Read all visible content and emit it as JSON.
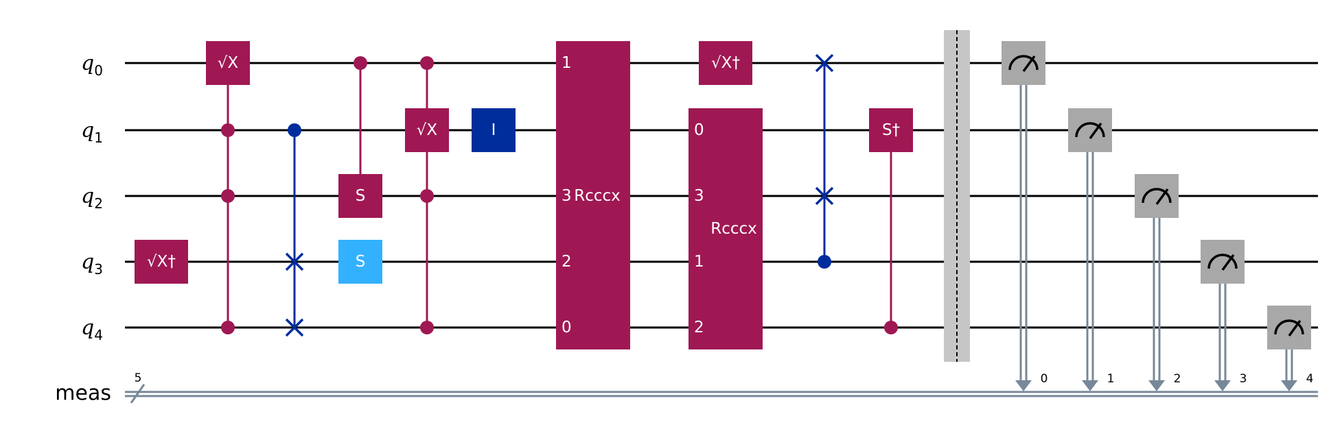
{
  "circuit": {
    "qubit_labels": [
      {
        "base": "q",
        "sub": "0"
      },
      {
        "base": "q",
        "sub": "1"
      },
      {
        "base": "q",
        "sub": "2"
      },
      {
        "base": "q",
        "sub": "3"
      },
      {
        "base": "q",
        "sub": "4"
      }
    ],
    "classical_register": {
      "label": "meas",
      "width": "5"
    },
    "colors": {
      "wire": "#000000",
      "classical_wire": "#778899",
      "gate_magenta": "#9f1853",
      "swap_blue": "#002d9c",
      "identity_blue": "#002d9c",
      "s_light_blue": "#33b1ff",
      "measure_gray": "#a8a8a8",
      "barrier_gray": "#c6c6c6",
      "gate_text": "#ffffff"
    },
    "gates": [
      {
        "id": "sxdg-q3",
        "type": "box",
        "label": "√X†",
        "qubit": 3,
        "color": "gate_magenta"
      },
      {
        "id": "csx-ctrl-q1q2-q0",
        "type": "controlled",
        "label": "√X",
        "target": 0,
        "controls": [
          1,
          2,
          4
        ],
        "color": "gate_magenta"
      },
      {
        "id": "cswap-q1",
        "type": "swap",
        "control": 1,
        "swaps": [
          3,
          4
        ],
        "color": "swap_blue"
      },
      {
        "id": "cs-q0-q2",
        "type": "controlled",
        "label": "S",
        "target": 2,
        "controls": [
          0
        ],
        "color": "gate_magenta"
      },
      {
        "id": "s-q3",
        "type": "box",
        "label": "S",
        "qubit": 3,
        "color": "s_light_blue"
      },
      {
        "id": "csx-q1",
        "type": "controlled",
        "label": "√X",
        "target": 1,
        "controls": [
          0,
          2,
          4
        ],
        "color": "gate_magenta"
      },
      {
        "id": "id-q1",
        "type": "box",
        "label": "I",
        "qubit": 1,
        "color": "identity_blue"
      },
      {
        "id": "rcccx-1",
        "type": "multi",
        "label": "Rcccx",
        "pins": [
          {
            "q": 0,
            "label": "1"
          },
          {
            "q": 2,
            "label": "3"
          },
          {
            "q": 3,
            "label": "2"
          },
          {
            "q": 4,
            "label": "0"
          }
        ],
        "color": "gate_magenta"
      },
      {
        "id": "sxdg-q0",
        "type": "box",
        "label": "√X†",
        "qubit": 0,
        "color": "gate_magenta"
      },
      {
        "id": "rcccx-2",
        "type": "multi",
        "label": "Rcccx",
        "pins": [
          {
            "q": 1,
            "label": "0"
          },
          {
            "q": 2,
            "label": "3"
          },
          {
            "q": 3,
            "label": "1"
          },
          {
            "q": 4,
            "label": "2"
          }
        ],
        "color": "gate_magenta"
      },
      {
        "id": "cswap-q3",
        "type": "swap",
        "control": 3,
        "swaps": [
          0,
          2
        ],
        "color": "swap_blue"
      },
      {
        "id": "csdg-q4-q1",
        "type": "controlled",
        "label": "S†",
        "target": 1,
        "controls": [
          4
        ],
        "color": "gate_magenta"
      },
      {
        "id": "barrier",
        "type": "barrier"
      },
      {
        "id": "measure-0",
        "type": "measure",
        "qubit": 0,
        "bit": "0"
      },
      {
        "id": "measure-1",
        "type": "measure",
        "qubit": 1,
        "bit": "1"
      },
      {
        "id": "measure-2",
        "type": "measure",
        "qubit": 2,
        "bit": "2"
      },
      {
        "id": "measure-3",
        "type": "measure",
        "qubit": 3,
        "bit": "3"
      },
      {
        "id": "measure-4",
        "type": "measure",
        "qubit": 4,
        "bit": "4"
      }
    ]
  }
}
